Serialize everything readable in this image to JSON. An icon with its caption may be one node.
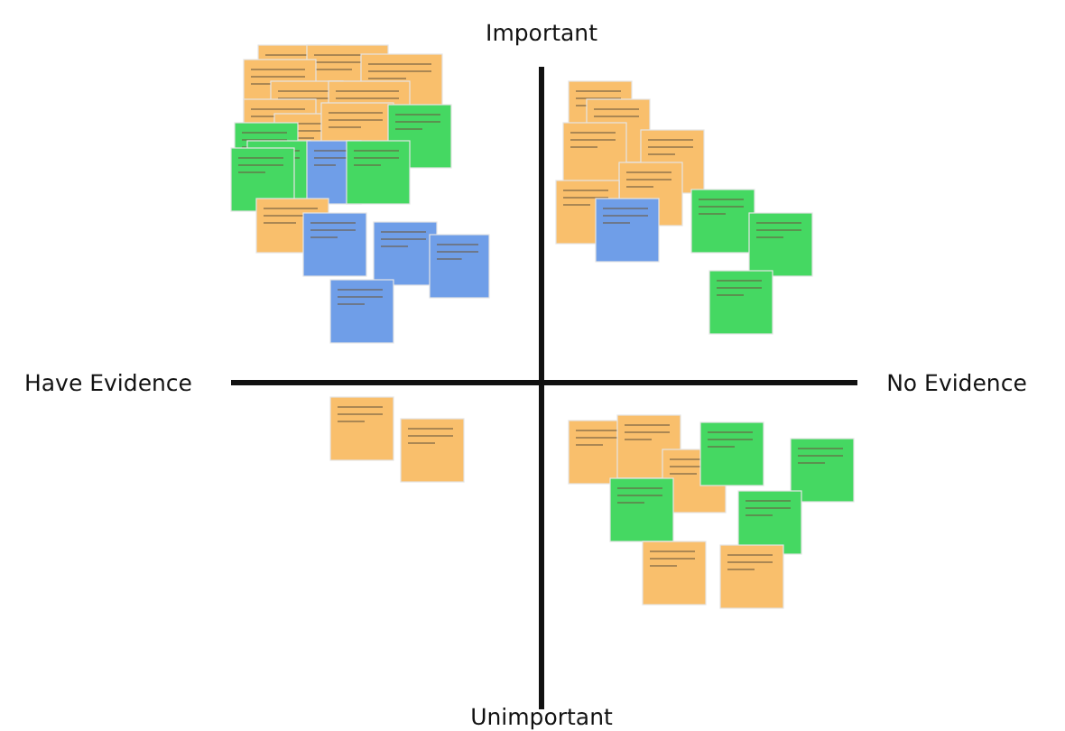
{
  "diagram": {
    "labels": [
      "Important",
      "Have Evidence",
      "No Evidence",
      "Unimportant"
    ]
  }
}
